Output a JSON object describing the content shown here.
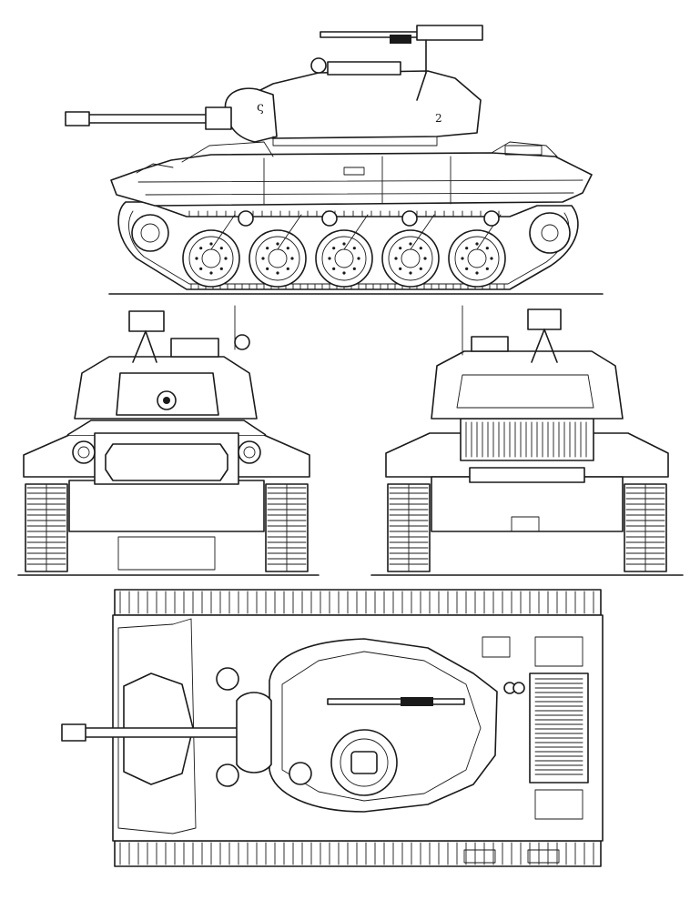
{
  "drawing": {
    "views": [
      "side",
      "front",
      "rear",
      "top"
    ],
    "line_color": "#1a1a1a",
    "background": "#ffffff",
    "side_view": {
      "road_wheels": 5
    },
    "icons": [
      "machine-gun-icon",
      "turret-icon",
      "hatch-icon",
      "road-wheel-icon",
      "track-icon",
      "headlight-icon",
      "engine-grille-icon"
    ]
  }
}
